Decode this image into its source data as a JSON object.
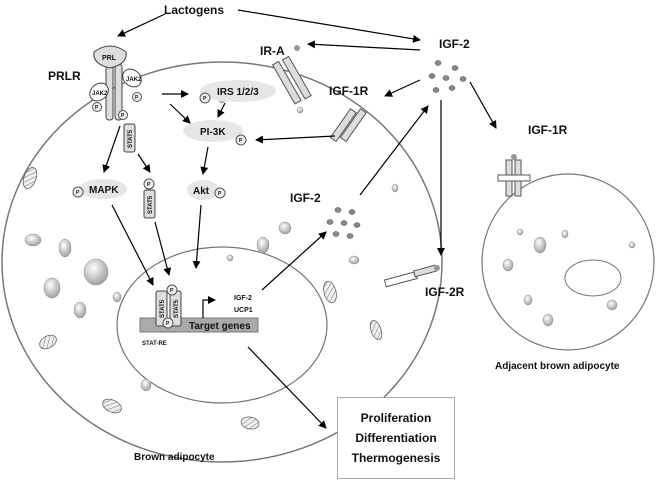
{
  "labels": {
    "lactogens": "Lactogens",
    "prlr": "PRLR",
    "prl": "PRL",
    "jak2": "JAK2",
    "p": "P",
    "stat5": "STAT5",
    "irs": "IRS 1/2/3",
    "pi3k": "PI-3K",
    "mapk": "MAPK",
    "akt": "Akt",
    "ira": "IR-A",
    "igf1r": "IGF-1R",
    "igf2": "IGF-2",
    "igf2r": "IGF-2R",
    "igf2_gene": "IGF-2",
    "ucp1": "UCP1",
    "target_genes": "Target genes",
    "stat_re": "STAT-RE",
    "brown_adipocyte": "Brown adipocyte",
    "adjacent_brown_adipocyte": "Adjacent brown adipocyte"
  },
  "outcomes": [
    "Proliferation",
    "Differentiation",
    "Thermogenesis"
  ],
  "colors": {
    "cell_outline": "#777777",
    "node_fill": "#e6e6e6",
    "arrow": "#000000",
    "ligand_fill": "#888888"
  }
}
